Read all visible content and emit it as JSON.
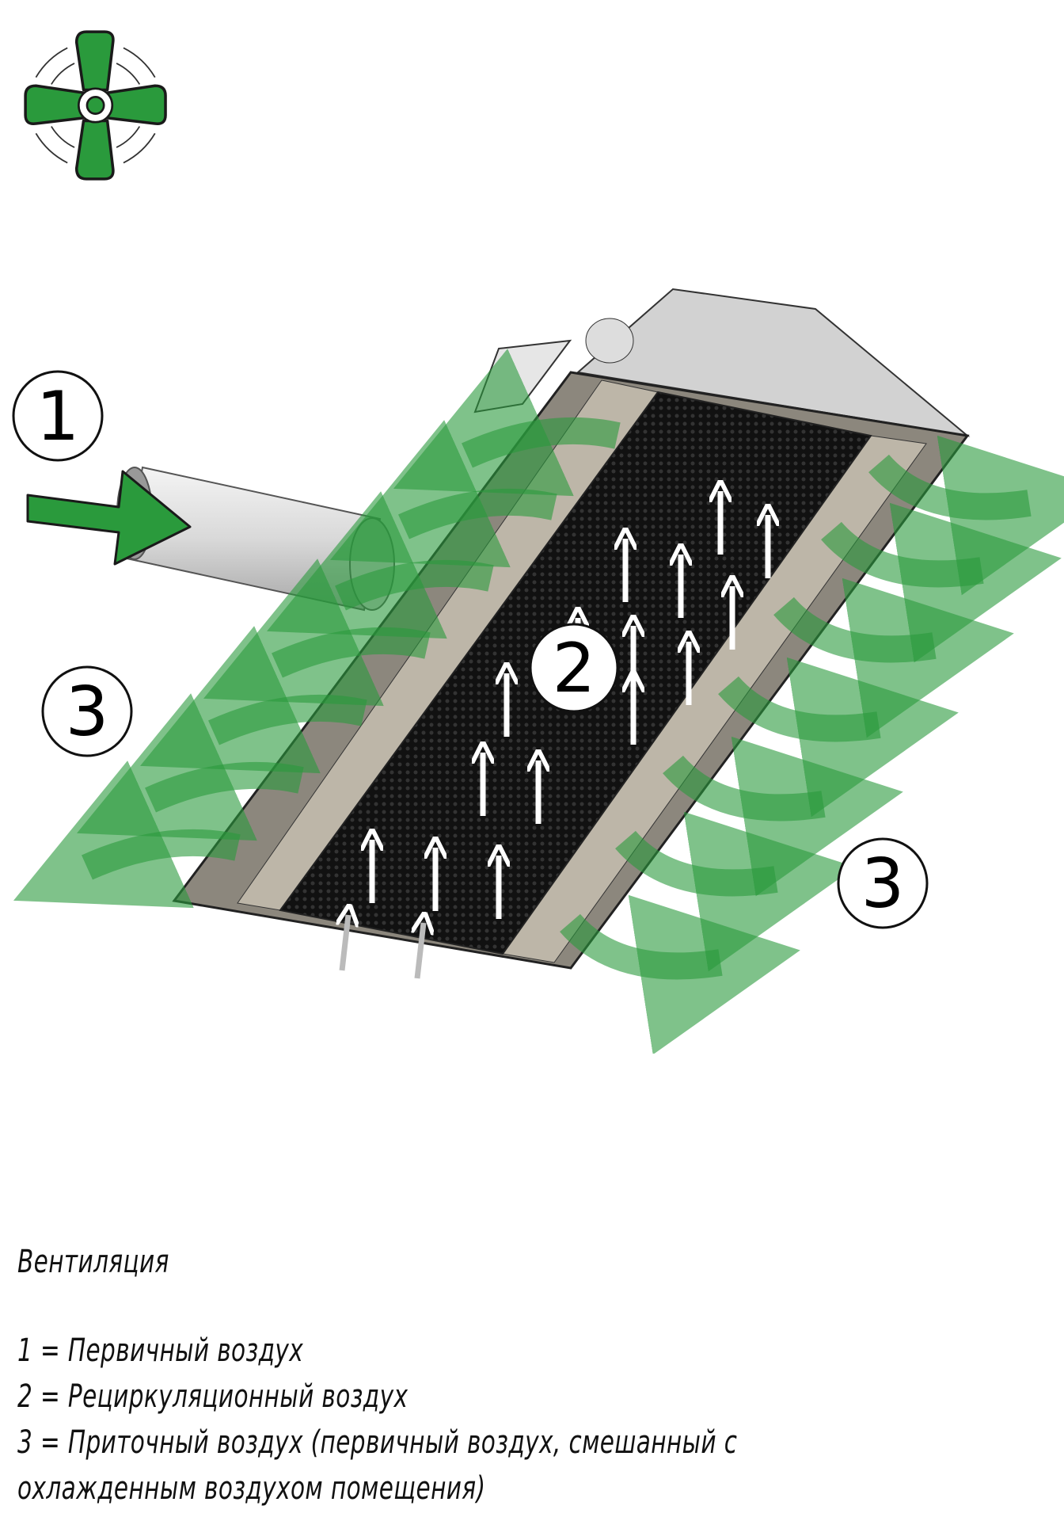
{
  "labels": {
    "one": "1",
    "two": "2",
    "three_left": "3",
    "three_right": "3"
  },
  "caption": {
    "title": "Вентиляция",
    "items": [
      "1 = Первичный воздух",
      "2 = Рециркуляционный воздух",
      "3 = Приточный воздух (первичный воздух, смешанный с",
      "охлажденным воздухом помещения)"
    ]
  },
  "colors": {
    "green": "#2a9a3c",
    "dark": "#1a1a1a",
    "panel": "#bdb6a8"
  }
}
